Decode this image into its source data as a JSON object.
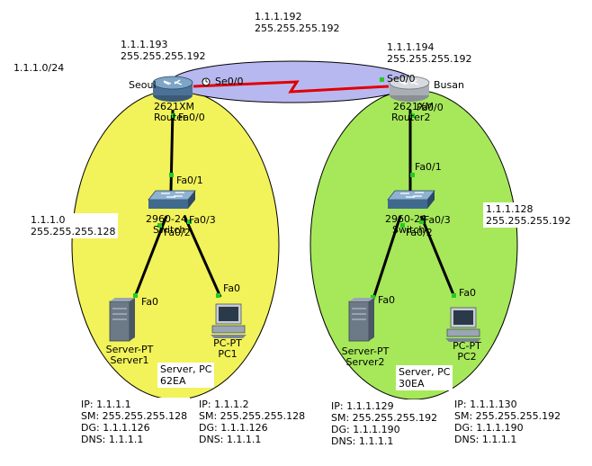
{
  "networks": {
    "whole": {
      "label": "1.1.1.0/24"
    },
    "serial_link": {
      "ip": "1.1.1.192",
      "mask": "255.255.255.192"
    },
    "left_lan": {
      "ip": "1.1.1.0",
      "mask": "255.255.255.128"
    },
    "right_lan": {
      "ip": "1.1.1.128",
      "mask": "255.255.255.192"
    }
  },
  "routers": {
    "seoul": {
      "name": "Seoul",
      "model": "2621XM",
      "label": "Router",
      "serial_ip": "1.1.1.193",
      "serial_mask": "255.255.255.192",
      "ports": {
        "serial": "Se0/0",
        "fast": "Fa0/0"
      }
    },
    "busan": {
      "name": "Busan",
      "model": "2621XM",
      "label": "Router2",
      "serial_ip": "1.1.1.194",
      "serial_mask": "255.255.255.192",
      "ports": {
        "serial": "Se0/0",
        "fast": "Fa0/0"
      }
    }
  },
  "switches": {
    "left": {
      "model": "2960-24",
      "label": "Switch",
      "ports": {
        "up": "Fa0/1",
        "p2": "Fa0/2",
        "p3": "Fa0/3"
      }
    },
    "right": {
      "model": "2960-24",
      "label": "Switch",
      "ports": {
        "up": "Fa0/1",
        "p2": "Fa0/2",
        "p3": "Fa0/3"
      }
    }
  },
  "hosts": {
    "server1": {
      "type": "Server-PT",
      "name": "Server1",
      "port": "Fa0",
      "ip": "IP: 1.1.1.1",
      "sm": "SM: 255.255.255.128",
      "dg": "DG: 1.1.1.126",
      "dns": "DNS: 1.1.1.1"
    },
    "pc1": {
      "type": "PC-PT",
      "name": "PC1",
      "port": "Fa0",
      "ip": "IP: 1.1.1.2",
      "sm": "SM: 255.255.255.128",
      "dg": "DG: 1.1.1.126",
      "dns": "DNS: 1.1.1.1"
    },
    "server2": {
      "type": "Server-PT",
      "name": "Server2",
      "port": "Fa0",
      "ip": "IP: 1.1.1.129",
      "sm": "SM: 255.255.255.192",
      "dg": "DG: 1.1.1.190",
      "dns": "DNS: 1.1.1.1"
    },
    "pc2": {
      "type": "PC-PT",
      "name": "PC2",
      "port": "Fa0",
      "ip": "IP: 1.1.1.130",
      "sm": "SM: 255.255.255.192",
      "dg": "DG: 1.1.1.190",
      "dns": "DNS: 1.1.1.1"
    }
  },
  "notes": {
    "left_hosts": {
      "line1": "Server, PC",
      "line2": "62EA"
    },
    "right_hosts": {
      "line1": "Server, PC",
      "line2": "30EA"
    }
  },
  "colors": {
    "left_area": "#f2f25a",
    "right_area": "#a6e85a",
    "wan_area": "#b8b8f0",
    "serial_cable": "#e00000",
    "ethernet_cable": "#000000",
    "port_light": "#22cc22"
  },
  "icons": {
    "router": "router-icon",
    "switch": "switch-icon",
    "server": "server-icon",
    "pc": "pc-icon",
    "clock": "clock-icon"
  }
}
